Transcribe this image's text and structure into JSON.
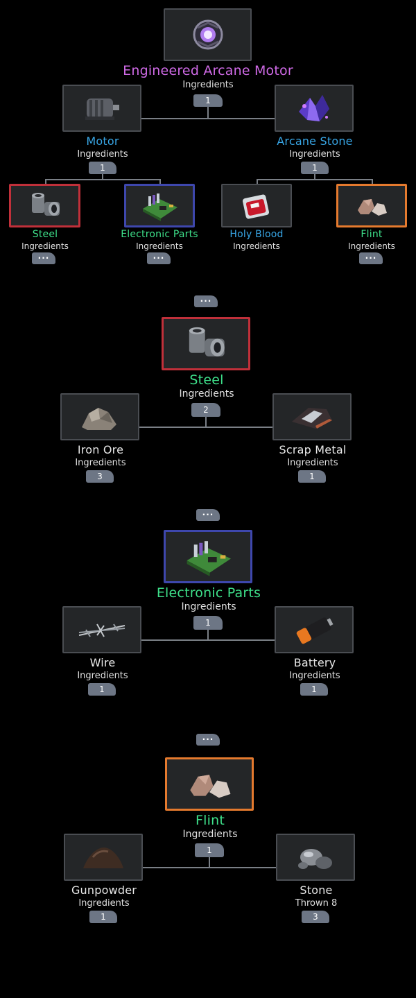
{
  "sub_label": "Ingredients",
  "more_label": "···",
  "colors": {
    "purple": "#cf6ae6",
    "blue": "#38a6e6",
    "green": "#3ee08a",
    "badge": "#6d7685"
  },
  "tree": {
    "root": {
      "name": "Engineered Arcane Motor",
      "sub": "Ingredients",
      "count": "1",
      "icon": "arcane-orb-icon"
    },
    "children": [
      {
        "name": "Motor",
        "sub": "Ingredients",
        "count": "1",
        "icon": "motor-icon"
      },
      {
        "name": "Arcane Stone",
        "sub": "Ingredients",
        "count": "1",
        "icon": "arcane-crystal-icon"
      }
    ],
    "leaves": [
      {
        "name": "Steel",
        "sub": "Ingredients",
        "count": "···",
        "icon": "steel-pipe-icon"
      },
      {
        "name": "Electronic Parts",
        "sub": "Ingredients",
        "count": "···",
        "icon": "circuit-board-icon"
      },
      {
        "name": "Holy Blood",
        "sub": "Ingredients",
        "count": "",
        "icon": "blood-pack-icon"
      },
      {
        "name": "Flint",
        "sub": "Ingredients",
        "count": "···",
        "icon": "flint-icon"
      }
    ]
  },
  "sections": [
    {
      "title": "Steel",
      "sub": "Ingredients",
      "count": "2",
      "icon": "steel-pipe-icon",
      "left": {
        "name": "Iron Ore",
        "sub": "Ingredients",
        "count": "3",
        "icon": "ore-rock-icon"
      },
      "right": {
        "name": "Scrap Metal",
        "sub": "Ingredients",
        "count": "1",
        "icon": "scrap-metal-icon"
      }
    },
    {
      "title": "Electronic Parts",
      "sub": "Ingredients",
      "count": "1",
      "icon": "circuit-board-icon",
      "left": {
        "name": "Wire",
        "sub": "Ingredients",
        "count": "1",
        "icon": "barbed-wire-icon"
      },
      "right": {
        "name": "Battery",
        "sub": "Ingredients",
        "count": "1",
        "icon": "battery-icon"
      }
    },
    {
      "title": "Flint",
      "sub": "Ingredients",
      "count": "1",
      "icon": "flint-icon",
      "left": {
        "name": "Gunpowder",
        "sub": "Ingredients",
        "count": "1",
        "icon": "gunpowder-icon"
      },
      "right": {
        "name": "Stone",
        "sub": "Thrown 8",
        "count": "3",
        "icon": "stone-icon"
      }
    }
  ]
}
